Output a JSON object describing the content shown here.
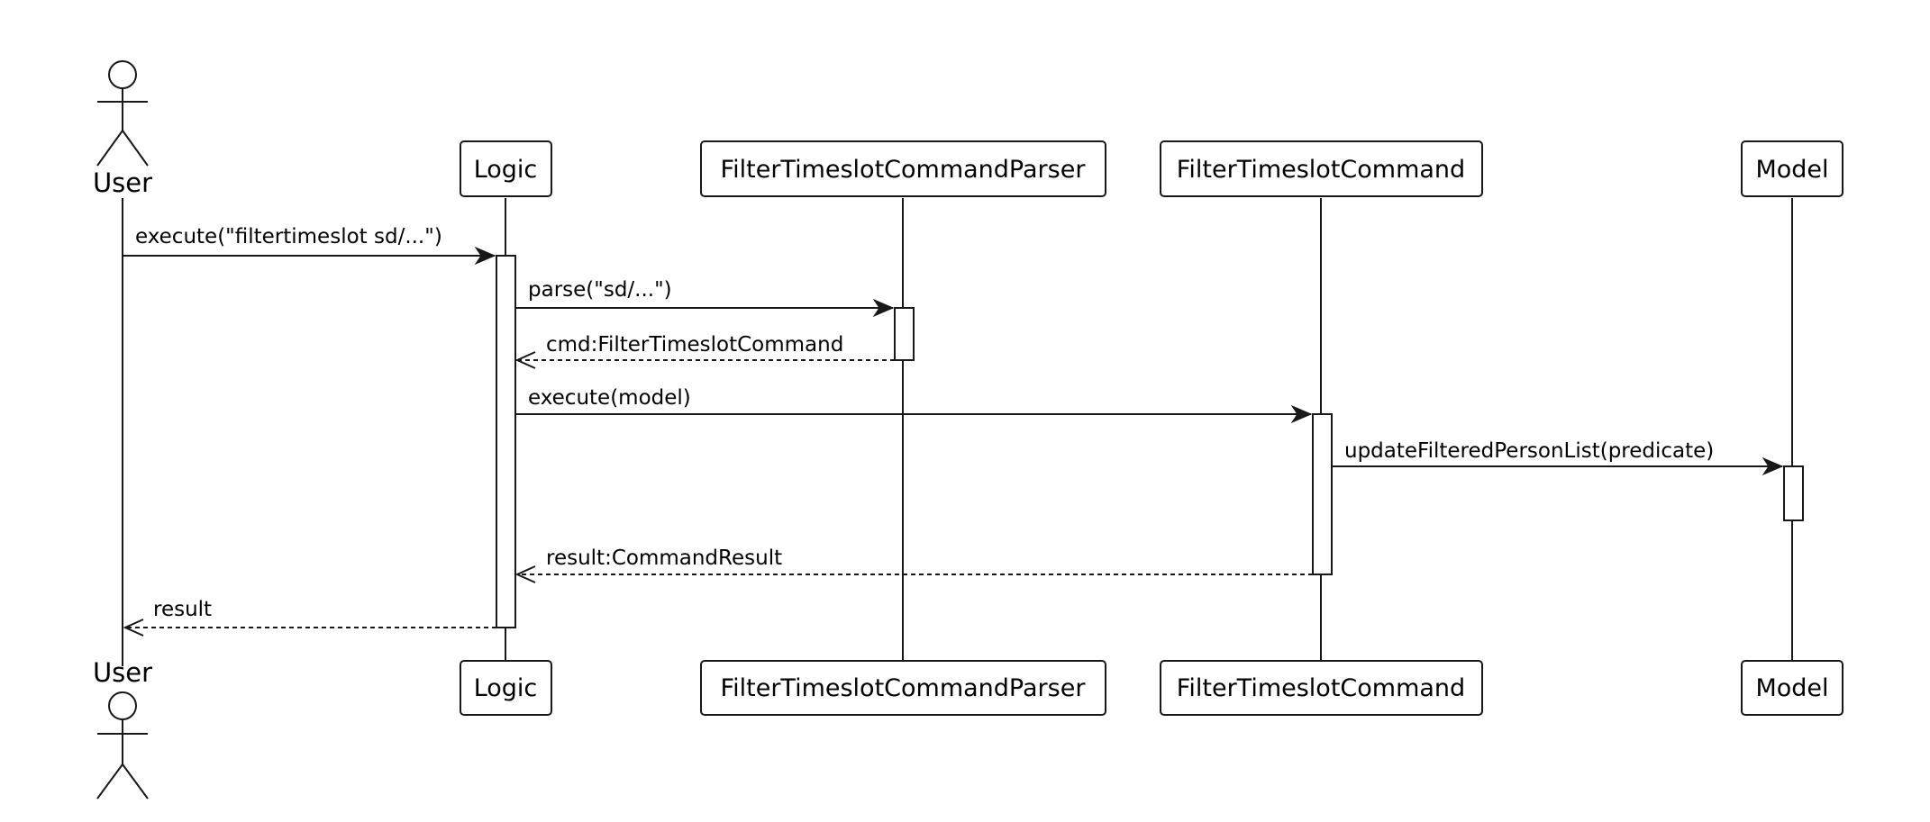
{
  "diagram": {
    "actor": {
      "top_label": "User",
      "bottom_label": "User"
    },
    "participants": [
      {
        "id": "logic",
        "label": "Logic"
      },
      {
        "id": "parser",
        "label": "FilterTimeslotCommandParser"
      },
      {
        "id": "command",
        "label": "FilterTimeslotCommand"
      },
      {
        "id": "model",
        "label": "Model"
      }
    ],
    "messages": [
      {
        "id": "m1",
        "label": "execute(\"filtertimeslot sd/...\")",
        "from": "User",
        "to": "Logic",
        "kind": "call"
      },
      {
        "id": "m2",
        "label": "parse(\"sd/...\")",
        "from": "Logic",
        "to": "FilterTimeslotCommandParser",
        "kind": "call"
      },
      {
        "id": "m3",
        "label": "cmd:FilterTimeslotCommand",
        "from": "FilterTimeslotCommandParser",
        "to": "Logic",
        "kind": "return"
      },
      {
        "id": "m4",
        "label": "execute(model)",
        "from": "Logic",
        "to": "FilterTimeslotCommand",
        "kind": "call"
      },
      {
        "id": "m5",
        "label": "updateFilteredPersonList(predicate)",
        "from": "FilterTimeslotCommand",
        "to": "Model",
        "kind": "call"
      },
      {
        "id": "m6",
        "label": "result:CommandResult",
        "from": "FilterTimeslotCommand",
        "to": "Logic",
        "kind": "return"
      },
      {
        "id": "m7",
        "label": "result",
        "from": "Logic",
        "to": "User",
        "kind": "return"
      }
    ]
  }
}
